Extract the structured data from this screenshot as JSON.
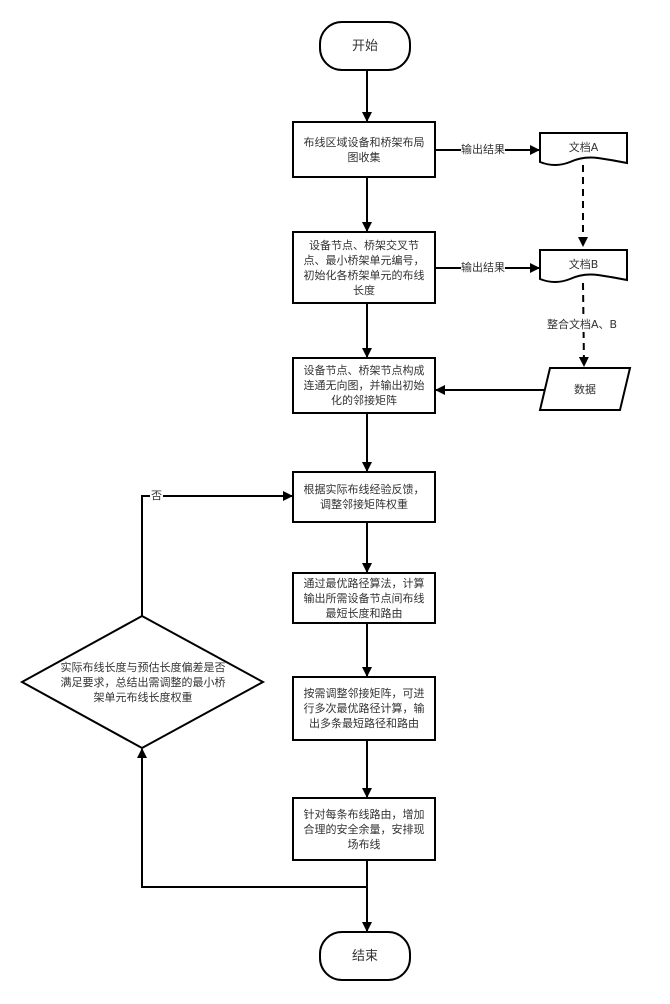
{
  "diagram": {
    "type": "flowchart",
    "nodes": {
      "start": {
        "shape": "terminal",
        "text": "开始"
      },
      "step1": {
        "shape": "process",
        "text": "布线区域设备和桥架布局图收集"
      },
      "step2": {
        "shape": "process",
        "text": "设备节点、桥架交叉节点、最小桥架单元编号，初始化各桥架单元的布线长度"
      },
      "step3": {
        "shape": "process",
        "text": "设备节点、桥架节点构成连通无向图，并输出初始化的邻接矩阵"
      },
      "step4": {
        "shape": "process",
        "text": "根据实际布线经验反馈，调整邻接矩阵权重"
      },
      "step5": {
        "shape": "process",
        "text": "通过最优路径算法，计算输出所需设备节点间布线最短长度和路由"
      },
      "step6": {
        "shape": "process",
        "text": "按需调整邻接矩阵，可进行多次最优路径计算，输出多条最短路径和路由"
      },
      "step7": {
        "shape": "process",
        "text": "针对每条布线路由，增加合理的安全余量，安排现场布线"
      },
      "end": {
        "shape": "terminal",
        "text": "结束"
      },
      "docA": {
        "shape": "document",
        "text": "文档A"
      },
      "docB": {
        "shape": "document",
        "text": "文档B"
      },
      "data": {
        "shape": "data",
        "text": "数据"
      },
      "decision": {
        "shape": "decision",
        "text": "实际布线长度与预估长度偏差是否满足要求，总结出需调整的最小桥架单元布线长度权重"
      }
    },
    "edge_labels": {
      "out1": "输出结果",
      "out2": "输出结果",
      "merge": "整合文档A、B",
      "no": "否"
    },
    "edges": [
      {
        "from": "start",
        "to": "step1",
        "style": "solid"
      },
      {
        "from": "step1",
        "to": "step2",
        "style": "solid"
      },
      {
        "from": "step2",
        "to": "step3",
        "style": "solid"
      },
      {
        "from": "step3",
        "to": "step4",
        "style": "solid"
      },
      {
        "from": "step4",
        "to": "step5",
        "style": "solid"
      },
      {
        "from": "step5",
        "to": "step6",
        "style": "solid"
      },
      {
        "from": "step6",
        "to": "step7",
        "style": "solid"
      },
      {
        "from": "step7",
        "to": "end",
        "style": "solid"
      },
      {
        "from": "step7",
        "to": "decision",
        "style": "solid"
      },
      {
        "from": "decision",
        "to": "step4",
        "style": "solid",
        "label": "否"
      },
      {
        "from": "step1",
        "to": "docA",
        "style": "solid",
        "label": "输出结果"
      },
      {
        "from": "step2",
        "to": "docB",
        "style": "solid",
        "label": "输出结果"
      },
      {
        "from": "docA",
        "to": "docB",
        "style": "dashed"
      },
      {
        "from": "docB",
        "to": "data",
        "style": "dashed",
        "label": "整合文档A、B"
      },
      {
        "from": "data",
        "to": "step3",
        "style": "solid"
      }
    ]
  }
}
